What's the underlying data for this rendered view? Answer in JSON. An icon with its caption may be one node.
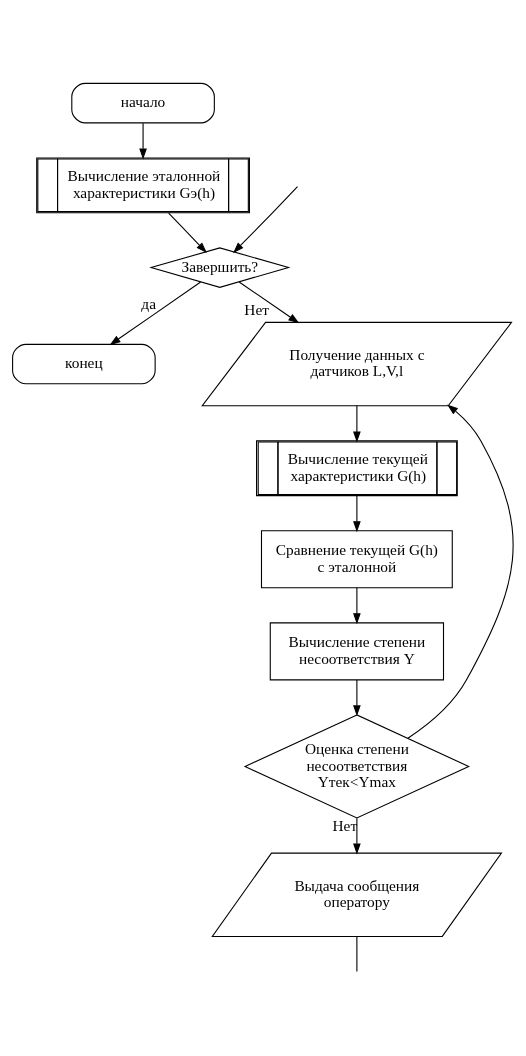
{
  "diagram": {
    "nodes": [
      {
        "text": [
          "начало"
        ]
      },
      {
        "text": [
          "Вычисление эталонной характеристики Gэ(h)"
        ]
      },
      {
        "text": [
          "Завершить?"
        ]
      },
      {
        "text": [
          "конец"
        ]
      },
      {
        "text": [
          "Получение данных с датчиков L,V,l"
        ]
      },
      {
        "text": [
          "Вычисление текущей характеристики G(h)"
        ]
      },
      {
        "text": [
          "Сравнение текущей G(h) с эталонной"
        ]
      },
      {
        "text": [
          "Вычисление степени несоответствия Y"
        ]
      },
      {
        "text": [
          "Оценка степени несоответствия Yтек<Ymax"
        ]
      },
      {
        "text": [
          "Выдача сообщения оператору"
        ]
      }
    ],
    "edges": [
      {
        "from": 0,
        "to": 1,
        "arrow": "to"
      },
      {
        "from": 1,
        "to": 2,
        "arrow": "to"
      },
      {
        "from": null,
        "to": 2,
        "arrow": "to"
      },
      {
        "from": 2,
        "to": 3,
        "label": "да",
        "arrow": "to"
      },
      {
        "from": 2,
        "to": 4,
        "label": "Нет",
        "arrow": "to"
      },
      {
        "from": 4,
        "to": 5,
        "arrow": "to"
      },
      {
        "from": 5,
        "to": 6,
        "arrow": "to"
      },
      {
        "from": 6,
        "to": 7,
        "arrow": "to"
      },
      {
        "from": 7,
        "to": 8,
        "arrow": "to"
      },
      {
        "from": 8,
        "to": 4,
        "arrow": "to"
      },
      {
        "from": 8,
        "to": 9,
        "label": "Нет",
        "arrow": "to"
      },
      {
        "from": 9,
        "to": null,
        "arrow": "none"
      }
    ]
  }
}
